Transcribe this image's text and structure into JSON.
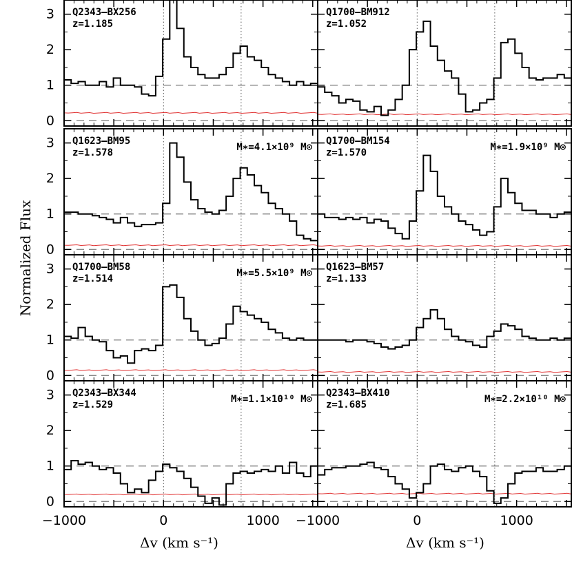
{
  "chart_data": {
    "type": "line",
    "ylabel": "Normalized Flux",
    "xlabel": "Δv (km s⁻¹)",
    "xlim": [
      -1000,
      1550
    ],
    "ylim": [
      -0.15,
      3.4
    ],
    "xticks": [
      -1000,
      0,
      1000
    ],
    "xtick_labels": [
      "−1000",
      "0",
      "1000"
    ],
    "yticks": [
      0,
      1,
      2,
      3
    ],
    "reference_lines": {
      "dashed_y": [
        0,
        1
      ],
      "dotted_x": [
        0,
        780
      ]
    },
    "grid": false,
    "panels": [
      {
        "name": "Q2343–BX256",
        "redshift": "z=1.185",
        "mass": "",
        "flux": [
          1.15,
          1.05,
          1.1,
          1.0,
          1.0,
          1.1,
          0.95,
          1.2,
          1.0,
          1.0,
          0.95,
          0.75,
          0.7,
          1.25,
          2.3,
          3.4,
          2.6,
          1.8,
          1.5,
          1.3,
          1.2,
          1.2,
          1.3,
          1.5,
          1.9,
          2.1,
          1.8,
          1.7,
          1.5,
          1.3,
          1.2,
          1.1,
          1.0,
          1.1,
          1.0,
          1.05
        ],
        "error": 0.22
      },
      {
        "name": "Q1700–BM912",
        "redshift": "z=1.052",
        "mass": "",
        "flux": [
          0.95,
          0.8,
          0.7,
          0.5,
          0.6,
          0.55,
          0.3,
          0.25,
          0.4,
          0.15,
          0.3,
          0.6,
          1.0,
          2.0,
          2.5,
          2.8,
          2.1,
          1.7,
          1.4,
          1.2,
          0.75,
          0.25,
          0.3,
          0.5,
          0.6,
          1.2,
          2.2,
          2.3,
          1.9,
          1.5,
          1.2,
          1.15,
          1.2,
          1.2,
          1.3,
          1.2
        ],
        "error": 0.18
      },
      {
        "name": "Q1623–BM95",
        "redshift": "z=1.578",
        "mass": "M∗=4.1×10⁹ M⊙",
        "flux": [
          1.05,
          1.05,
          1.0,
          1.0,
          0.95,
          0.9,
          0.85,
          0.75,
          0.9,
          0.75,
          0.65,
          0.7,
          0.7,
          0.75,
          1.3,
          3.0,
          2.6,
          1.9,
          1.4,
          1.15,
          1.05,
          1.0,
          1.1,
          1.5,
          2.0,
          2.3,
          2.1,
          1.8,
          1.6,
          1.3,
          1.15,
          1.0,
          0.8,
          0.4,
          0.3,
          0.25
        ],
        "error": 0.12
      },
      {
        "name": "Q1700–BM154",
        "redshift": "z=1.570",
        "mass": "M∗=1.9×10⁹ M⊙",
        "flux": [
          1.0,
          0.9,
          0.9,
          0.85,
          0.9,
          0.85,
          0.9,
          0.75,
          0.85,
          0.8,
          0.6,
          0.45,
          0.3,
          0.8,
          1.65,
          2.65,
          2.2,
          1.5,
          1.2,
          1.0,
          0.8,
          0.7,
          0.55,
          0.4,
          0.5,
          1.2,
          2.0,
          1.6,
          1.3,
          1.1,
          1.1,
          1.0,
          1.0,
          0.9,
          1.0,
          1.05
        ],
        "error": 0.1
      },
      {
        "name": "Q1700–BM58",
        "redshift": "z=1.514",
        "mass": "M∗=5.5×10⁹ M⊙",
        "flux": [
          1.1,
          1.05,
          1.35,
          1.1,
          1.0,
          0.95,
          0.7,
          0.5,
          0.55,
          0.35,
          0.7,
          0.75,
          0.7,
          0.85,
          2.5,
          2.55,
          2.2,
          1.6,
          1.25,
          1.0,
          0.85,
          0.9,
          1.05,
          1.45,
          1.95,
          1.8,
          1.7,
          1.6,
          1.5,
          1.3,
          1.2,
          1.05,
          1.0,
          1.05,
          1.0,
          1.0
        ],
        "error": 0.15
      },
      {
        "name": "Q1623–BM57",
        "redshift": "z=1.133",
        "mass": "",
        "flux": [
          1.0,
          1.0,
          1.0,
          1.0,
          0.95,
          1.0,
          1.0,
          0.95,
          0.9,
          0.8,
          0.75,
          0.8,
          0.85,
          1.0,
          1.35,
          1.6,
          1.85,
          1.6,
          1.3,
          1.1,
          1.0,
          0.95,
          0.85,
          0.8,
          1.1,
          1.25,
          1.45,
          1.4,
          1.3,
          1.1,
          1.05,
          1.0,
          1.0,
          1.05,
          1.0,
          1.05
        ],
        "error": 0.1
      },
      {
        "name": "Q2343–BX344",
        "redshift": "z=1.529",
        "mass": "M∗=1.1×10¹⁰ M⊙",
        "flux": [
          0.9,
          1.15,
          1.05,
          1.1,
          1.0,
          0.9,
          0.95,
          0.8,
          0.5,
          0.25,
          0.35,
          0.25,
          0.6,
          0.85,
          1.05,
          0.95,
          0.85,
          0.65,
          0.4,
          0.15,
          -0.05,
          0.1,
          -0.1,
          0.5,
          0.8,
          0.85,
          0.8,
          0.85,
          0.9,
          0.85,
          1.0,
          0.8,
          1.1,
          0.8,
          0.7,
          1.0
        ],
        "error": 0.2
      },
      {
        "name": "Q2343–BX410",
        "redshift": "z=1.685",
        "mass": "M∗=2.2×10¹⁰ M⊙",
        "flux": [
          0.75,
          0.9,
          0.95,
          0.95,
          1.0,
          1.0,
          1.05,
          1.1,
          0.95,
          0.9,
          0.7,
          0.5,
          0.35,
          0.1,
          0.25,
          0.5,
          1.0,
          1.05,
          0.9,
          0.85,
          0.95,
          1.0,
          0.85,
          0.7,
          0.3,
          -0.05,
          0.1,
          0.5,
          0.8,
          0.85,
          0.85,
          0.95,
          0.85,
          0.85,
          0.9,
          1.0
        ],
        "error": 0.22
      }
    ]
  }
}
